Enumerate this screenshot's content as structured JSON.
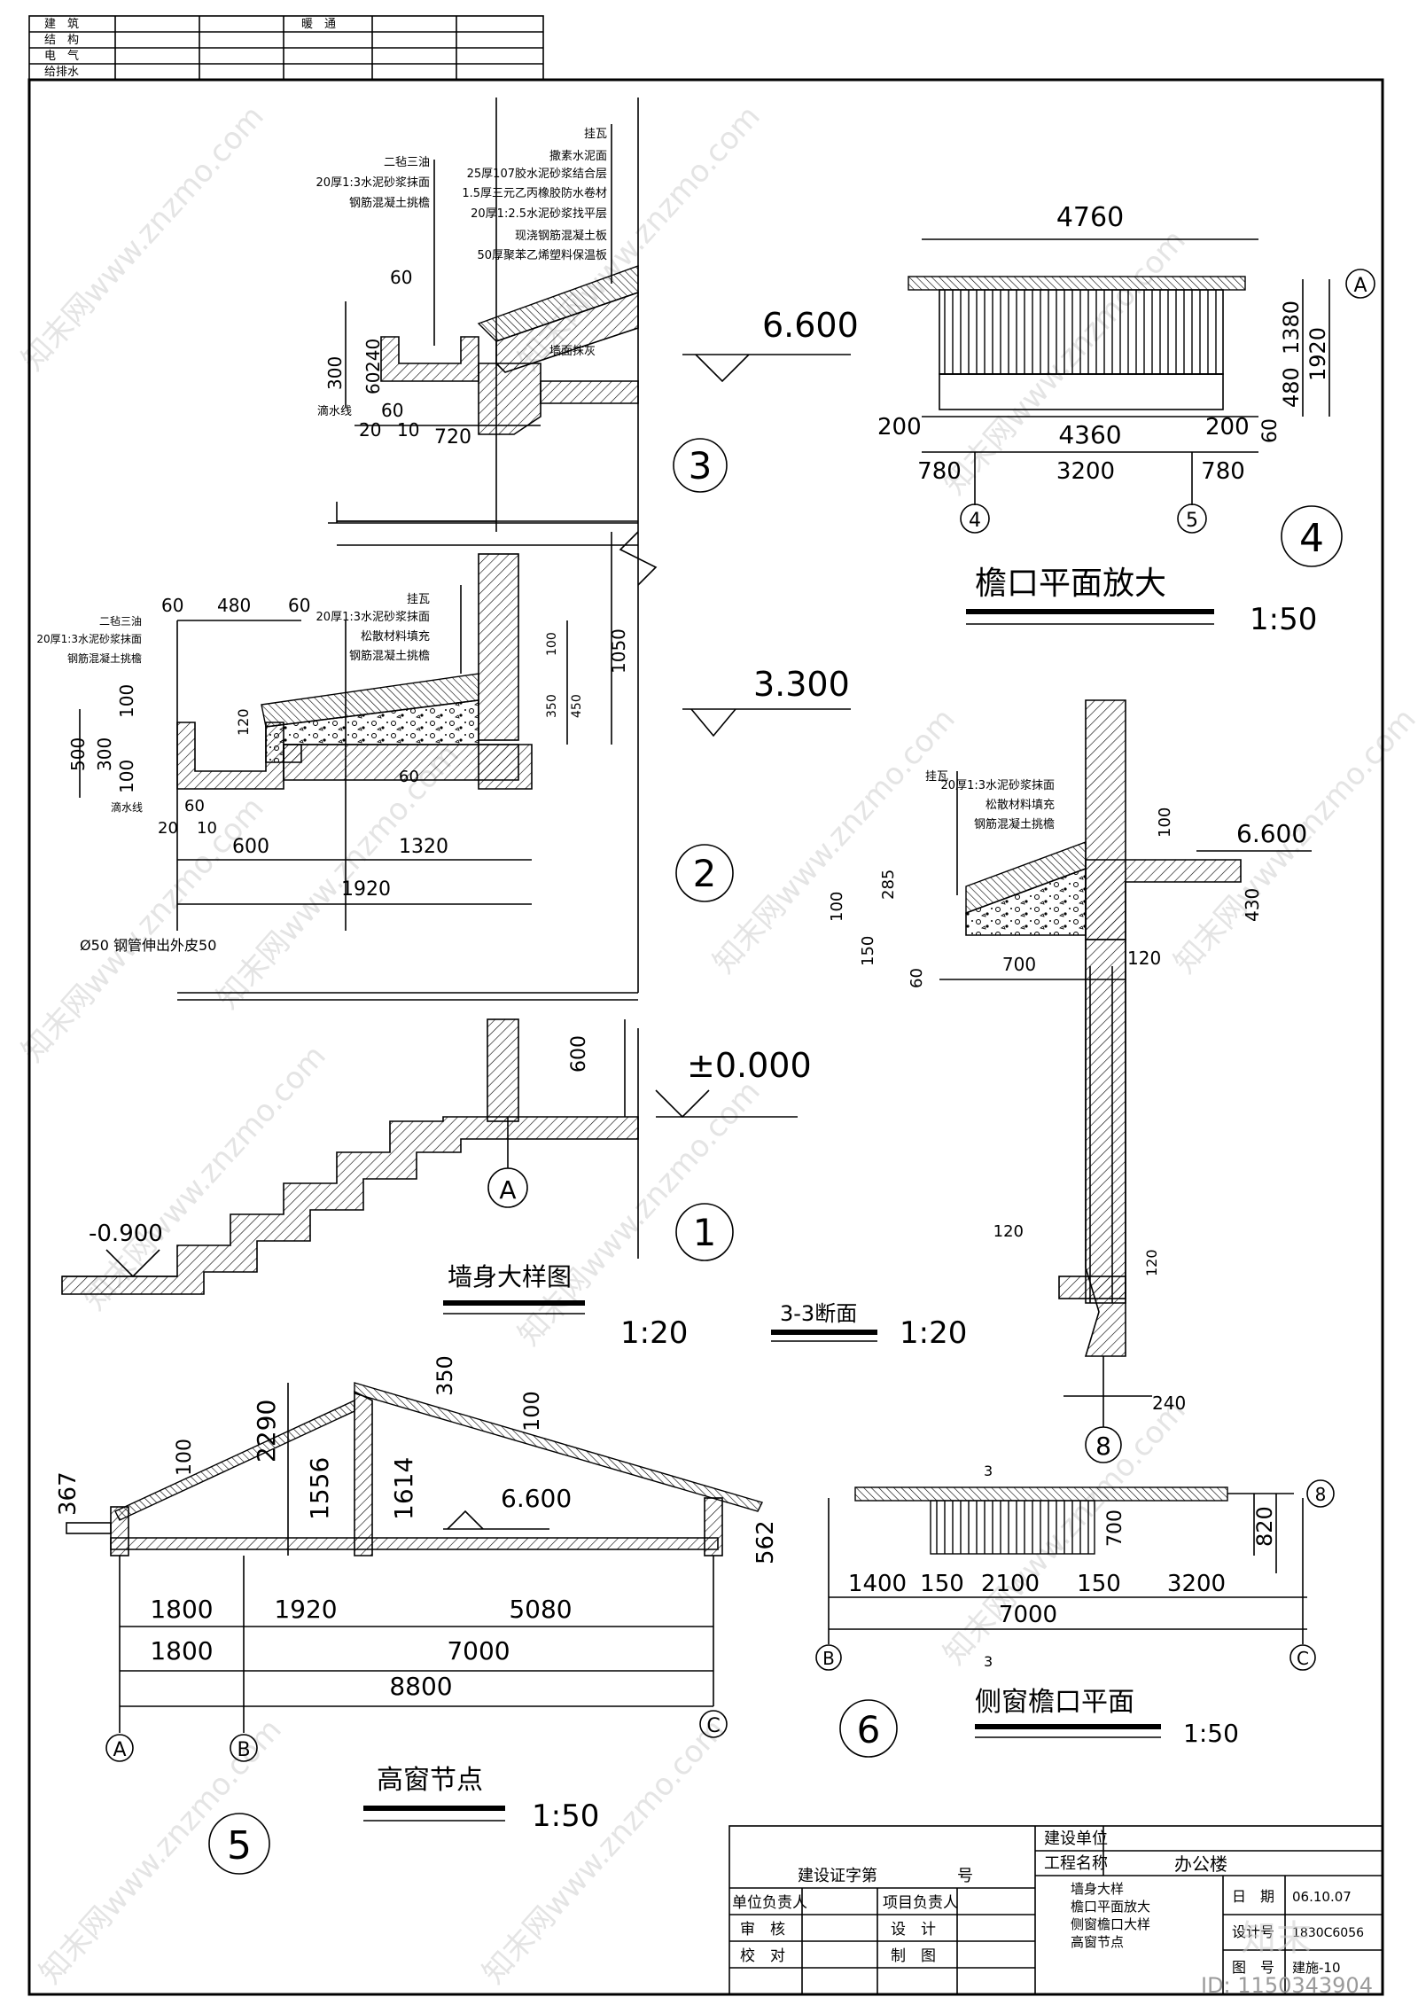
{
  "discipline_table": {
    "rows": [
      "建　筑",
      "结　构",
      "电　气",
      "给排水"
    ],
    "extra": "暖　通"
  },
  "detail3": {
    "elevation": "6.600",
    "circle": "3",
    "layers": [
      "挂瓦",
      "撒素水泥面",
      "25厚107胶水泥砂浆结合层",
      "1.5厚三元乙丙橡胶防水卷材",
      "20厚1:2.5水泥砂浆找平层",
      "现浇钢筋混凝土板",
      "50厚聚苯乙烯塑料保温板"
    ],
    "left_layers": [
      "二毡三油",
      "20厚1:3水泥砂浆抹面",
      "钢筋混凝土挑檐"
    ],
    "note_wall": "墙面抹灰",
    "drip": "滴水线",
    "dims": [
      "60",
      "300",
      "240",
      "60",
      "60",
      "20",
      "10",
      "720"
    ]
  },
  "detail2": {
    "elevation": "3.300",
    "circle": "2",
    "layers": [
      "挂瓦",
      "20厚1:3水泥砂浆抹面",
      "松散材料填充",
      "钢筋混凝土挑檐"
    ],
    "left_layers": [
      "二毡三油",
      "20厚1:3水泥砂浆抹面",
      "钢筋混凝土挑檐"
    ],
    "drip": "滴水线",
    "pipe": "Ø50 钢管伸出外皮50",
    "dims_top": [
      "60",
      "480",
      "60"
    ],
    "dims_left": [
      "500",
      "100",
      "300",
      "100"
    ],
    "dims_bottom": [
      "600",
      "1320",
      "1920",
      "20",
      "60",
      "10",
      "60",
      "120"
    ],
    "dims_right": [
      "100",
      "350",
      "450",
      "1050"
    ]
  },
  "detail1": {
    "elevation": "±0.000",
    "elevation_low": "-0.900",
    "circle": "1",
    "axis": "A",
    "dim": "600"
  },
  "wall_title": {
    "text": "墙身大样图",
    "scale": "1:20"
  },
  "plan4": {
    "circle": "4",
    "title": "檐口平面放大",
    "scale": "1:50",
    "dim_top": "4760",
    "dim_mid": "4360",
    "dim_left": "200",
    "dim_right": "200",
    "dims_bottom": [
      "780",
      "3200",
      "780"
    ],
    "dims_right_side": [
      "1380",
      "480",
      "1920",
      "60"
    ],
    "axis_a": "A",
    "axis_4": "4",
    "axis_5": "5"
  },
  "section33": {
    "title": "3-3断面",
    "scale": "1:20",
    "elevation": "6.600",
    "axis": "8",
    "layers": [
      "挂瓦",
      "20厚1:3水泥砂浆抹面",
      "松散材料填充",
      "钢筋混凝土挑檐"
    ],
    "dims": [
      "100",
      "430",
      "285",
      "100",
      "150",
      "60",
      "700",
      "120",
      "120",
      "120",
      "240"
    ]
  },
  "node5": {
    "circle": "5",
    "title": "高窗节点",
    "scale": "1:50",
    "elevation": "6.600",
    "dims_v": [
      "367",
      "100",
      "2290",
      "1556",
      "1614",
      "350",
      "100",
      "562"
    ],
    "dims_row1": [
      "1800",
      "1920",
      "5080"
    ],
    "dims_row2": [
      "1800",
      "7000"
    ],
    "dims_row3": [
      "8800"
    ],
    "axes": [
      "A",
      "B",
      "C"
    ]
  },
  "plan6": {
    "circle": "6",
    "title": "侧窗檐口平面",
    "scale": "1:50",
    "section_mark": "3",
    "dims_row1": [
      "1400",
      "150",
      "2100",
      "150",
      "3200"
    ],
    "dims_row2": [
      "7000"
    ],
    "dims_right": [
      "700",
      "820"
    ],
    "axes": [
      "B",
      "C",
      "8"
    ]
  },
  "title_block": {
    "build_unit_label": "建设单位",
    "project_label": "工程名称",
    "project": "办公楼",
    "cert_label": "建设证字第",
    "cert_no": "号",
    "unit_head": "单位负责人",
    "proj_head": "项目负责人",
    "review": "审　核",
    "design": "设　计",
    "check": "校　对",
    "draw": "制　图",
    "contents": [
      "墙身大样",
      "檐口平面放大",
      "侧窗檐口大样",
      "高窗节点"
    ],
    "date_label": "日　期",
    "date": "06.10.07",
    "design_no_label": "设计号",
    "design_no": "1830C6056",
    "sheet_label": "图　号",
    "sheet": "建施-10"
  },
  "watermark": {
    "text": "知末网www.znzmo.com",
    "id": "ID: 1150343904",
    "logo": "知末"
  }
}
